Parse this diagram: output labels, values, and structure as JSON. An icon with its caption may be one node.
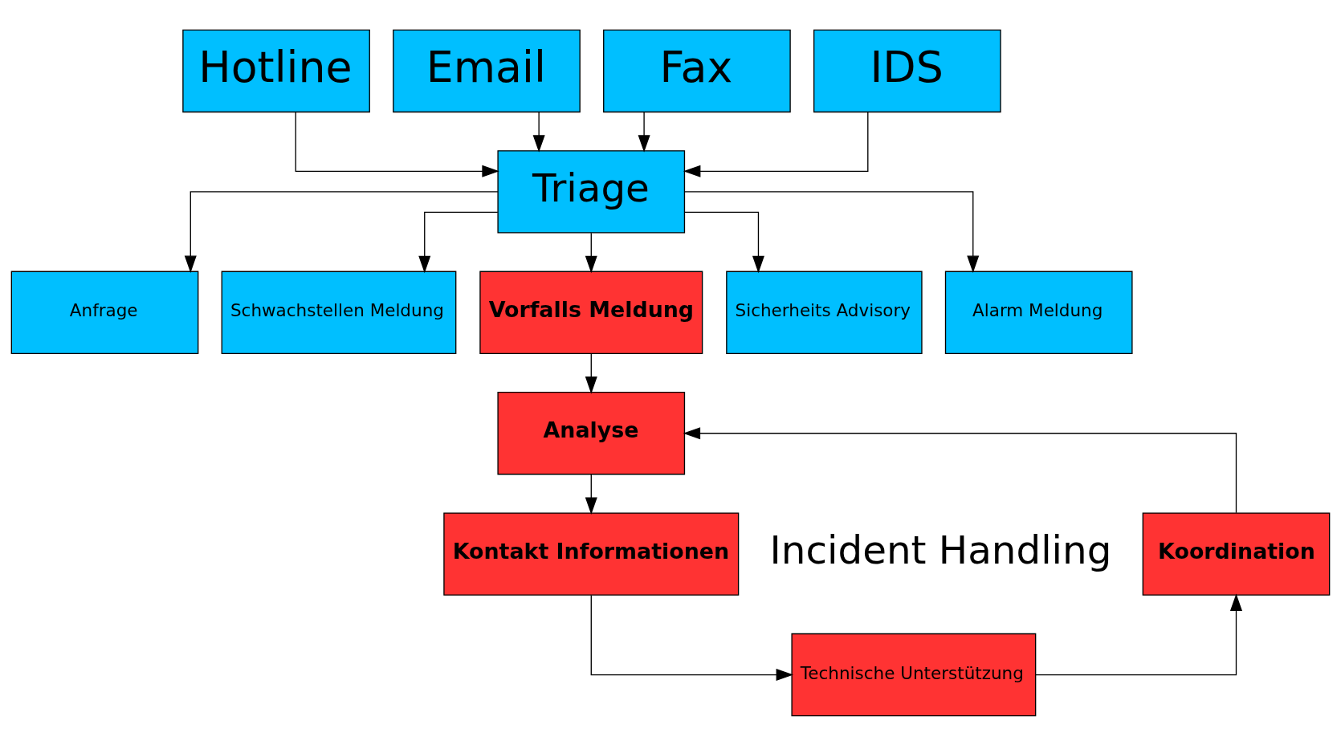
{
  "diagram": {
    "nodes": [
      {
        "text": [
          "Hotline"
        ]
      },
      {
        "text": [
          "Email"
        ]
      },
      {
        "text": [
          "Fax"
        ]
      },
      {
        "text": [
          "IDS"
        ]
      },
      {
        "text": [
          "Triage"
        ]
      },
      {
        "text": [
          "Anfrage"
        ]
      },
      {
        "text": [
          "Schwachstellen Meldung"
        ]
      },
      {
        "text": [
          "Vorfalls Meldung"
        ]
      },
      {
        "text": [
          "Sicherheits Advisory"
        ]
      },
      {
        "text": [
          "Alarm Meldung"
        ]
      },
      {
        "text": [
          "Analyse"
        ]
      },
      {
        "text": [
          "Koordination"
        ]
      },
      {
        "text": [
          "Kontakt Informationen"
        ]
      },
      {
        "text": [
          "Technische Unterstützung"
        ]
      }
    ],
    "edges": [
      {
        "from": 0,
        "to": 4,
        "arrow": "to"
      },
      {
        "from": 1,
        "to": 4,
        "arrow": "to"
      },
      {
        "from": 2,
        "to": 4,
        "arrow": "to"
      },
      {
        "from": 3,
        "to": 4,
        "arrow": "to"
      },
      {
        "from": 4,
        "to": 5,
        "arrow": "to"
      },
      {
        "from": 4,
        "to": 6,
        "arrow": "to"
      },
      {
        "from": 4,
        "to": 7,
        "arrow": "to"
      },
      {
        "from": 4,
        "to": 8,
        "arrow": "to"
      },
      {
        "from": 4,
        "to": 9,
        "arrow": "to"
      },
      {
        "from": 7,
        "to": 10,
        "arrow": "to"
      },
      {
        "from": 10,
        "to": 12,
        "arrow": "to"
      },
      {
        "from": 12,
        "to": 13,
        "arrow": "to"
      },
      {
        "from": 13,
        "to": 11,
        "arrow": "to"
      },
      {
        "from": 11,
        "to": 10,
        "arrow": "to"
      }
    ],
    "labels": [
      "Incident Handling"
    ]
  }
}
